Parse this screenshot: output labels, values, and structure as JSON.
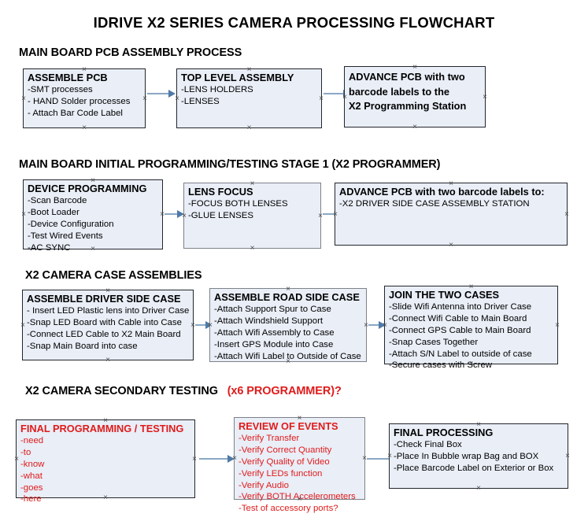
{
  "document": {
    "title": "IDRIVE X2  SERIES CAMERA PROCESSING FLOWCHART"
  },
  "sections": [
    {
      "id": "main-board-pcb-assembly",
      "heading": "MAIN BOARD PCB ASSEMBLY PROCESS",
      "heading_accent": "",
      "nodes": [
        {
          "id": "assemble-pcb",
          "title": "ASSEMBLE PCB",
          "lines": [
            "-SMT processes",
            "- HAND Solder processes",
            "- Attach Bar Code Label"
          ]
        },
        {
          "id": "top-level-assembly",
          "title": "TOP LEVEL ASSEMBLY",
          "lines": [
            "-LENS HOLDERS",
            "-LENSES"
          ]
        },
        {
          "id": "advance-pcb-to-x2-programming-station",
          "title": "",
          "big_lines": [
            "ADVANCE PCB with two",
            "barcode labels to the",
            " X2 Programming Station"
          ],
          "lines": []
        }
      ]
    },
    {
      "id": "main-board-initial-programming",
      "heading": "MAIN BOARD INITIAL PROGRAMMING/TESTING STAGE 1 (X2 PROGRAMMER)",
      "heading_accent": "",
      "nodes": [
        {
          "id": "device-programming",
          "title": "DEVICE PROGRAMMING",
          "lines": [
            "-Scan Barcode",
            "-Boot Loader",
            "-Device Configuration",
            "-Test Wired Events",
            "-AC SYNC"
          ]
        },
        {
          "id": "lens-focus",
          "title": "LENS FOCUS",
          "lines": [
            "-FOCUS BOTH LENSES",
            "-GLUE LENSES"
          ]
        },
        {
          "id": "advance-pcb-to-driver-side-case-assembly",
          "title": "ADVANCE PCB with two barcode labels to:",
          "lines": [
            "-X2 DRIVER  SIDE  CASE  ASSEMBLY STATION"
          ]
        }
      ]
    },
    {
      "id": "x2-camera-case-assemblies",
      "heading": "X2 CAMERA CASE ASSEMBLIES",
      "heading_accent": "",
      "nodes": [
        {
          "id": "assemble-driver-side-case",
          "title": "ASSEMBLE DRIVER SIDE CASE",
          "lines": [
            "- Insert LED Plastic lens into Driver Case",
            "-Snap LED Board with Cable into Case",
            "-Connect LED Cable to X2 Main Board",
            "-Snap Main Board into case"
          ]
        },
        {
          "id": "assemble-road-side-case",
          "title": "ASSEMBLE ROAD SIDE CASE",
          "lines": [
            "-Attach Support Spur to Case",
            "-Attach Windshield Support",
            "-Attach Wifi Assembly to Case",
            "-Insert GPS Module into Case",
            "-Attach Wifi Label to Outside of Case"
          ]
        },
        {
          "id": "join-the-two-cases",
          "title": "JOIN THE TWO CASES",
          "lines": [
            "-Slide Wifi Antenna into Driver Case",
            "-Connect Wifi Cable to Main Board",
            "-Connect GPS Cable to Main Board",
            "-Snap Cases Together",
            "-Attach S/N Label to outside of case",
            "-Secure cases with Screw"
          ]
        }
      ]
    },
    {
      "id": "x2-camera-secondary-testing",
      "heading": "X2 CAMERA SECONDARY TESTING",
      "heading_accent": "(x6 PROGRAMMER)?",
      "nodes": [
        {
          "id": "final-programming-testing",
          "title": "FINAL PROGRAMMING / TESTING",
          "lines": [
            "-need",
            "-to",
            "-know",
            "-what",
            "-goes",
            "-here"
          ]
        },
        {
          "id": "review-of-events",
          "title": "REVIEW OF EVENTS",
          "lines": [
            "-Verify Transfer",
            "-Verify Correct Quantity",
            "-Verify Quality of Video",
            "-Verify LEDs function",
            "-Verify Audio",
            "-Verify BOTH Accelerometers",
            "-Test of accessory ports?"
          ]
        },
        {
          "id": "final-processing",
          "title": "FINAL PROCESSING",
          "lines": [
            " -Check Final Box",
            "-Place In Bubble wrap Bag and BOX",
            "-Place Barcode Label on Exterior or Box"
          ]
        }
      ]
    }
  ],
  "colors": {
    "node_fill": "#e9eef7",
    "node_border": "#22262c",
    "node_border_gray": "#7d8288",
    "arrow_shaft": "#8aa8c4",
    "arrow_head": "#4f7aa8",
    "accent_red": "#e01b1b",
    "text": "#000000",
    "background": "#ffffff"
  }
}
